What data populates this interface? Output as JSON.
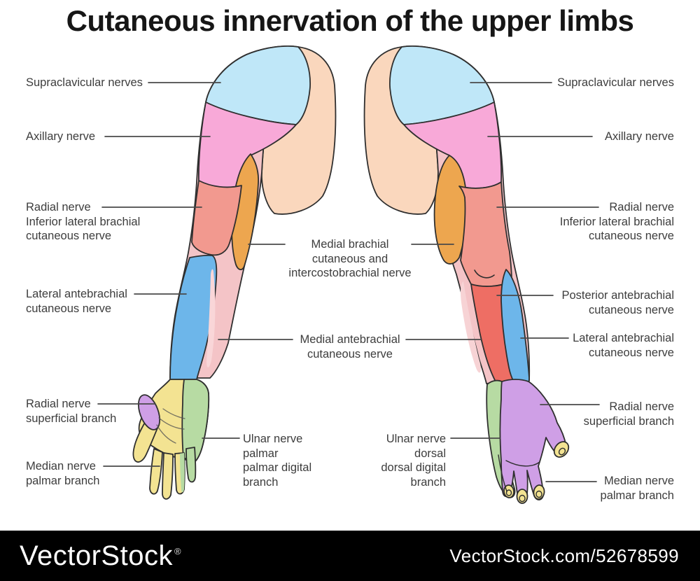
{
  "title": "Cutaneous innervation of the upper limbs",
  "labels": {
    "left": [
      {
        "lines": [
          "Supraclavicular nerves"
        ]
      },
      {
        "lines": [
          "Axillary nerve"
        ]
      },
      {
        "lines": [
          "Radial nerve",
          "Inferior lateral brachial",
          "cutaneous nerve"
        ]
      },
      {
        "lines": [
          "Lateral antebrachial",
          "cutaneous nerve"
        ]
      },
      {
        "lines": [
          "Radial nerve",
          "superficial branch"
        ]
      },
      {
        "lines": [
          "Median nerve",
          "palmar branch"
        ]
      }
    ],
    "center": [
      {
        "lines": [
          "Medial brachial",
          "cutaneous and",
          "intercostobrachial nerve"
        ]
      },
      {
        "lines": [
          "Medial antebrachial",
          "cutaneous nerve"
        ]
      },
      {
        "lines": [
          "Ulnar nerve",
          "palmar",
          "palmar digital",
          "branch"
        ]
      },
      {
        "lines": [
          "Ulnar nerve",
          "dorsal",
          "dorsal digital",
          "branch"
        ]
      }
    ],
    "right": [
      {
        "lines": [
          "Supraclavicular nerves"
        ]
      },
      {
        "lines": [
          "Axillary nerve"
        ]
      },
      {
        "lines": [
          "Radial nerve",
          "Inferior lateral brachial",
          "cutaneous nerve"
        ]
      },
      {
        "lines": [
          "Posterior antebrachial",
          "cutaneous nerve"
        ]
      },
      {
        "lines": [
          "Lateral antebrachial",
          "cutaneous nerve"
        ]
      },
      {
        "lines": [
          "Radial nerve",
          "superficial branch"
        ]
      },
      {
        "lines": [
          "Median nerve",
          "palmar branch"
        ]
      }
    ]
  },
  "watermark": {
    "brand": "VectorStock",
    "registered_mark": "®",
    "code": "VectorStock.com/52678599"
  },
  "colors": {
    "skin": "#fad7bd",
    "supraclavicular": "#bfe7f8",
    "axillary": "#f8a9d8",
    "radial_inferior_lateral": "#f2998f",
    "medial_brachial": "#eda64f",
    "medial_antebrachial": "#f4c4c7",
    "lateral_antebrachial": "#6db6ea",
    "posterior_antebrachial": "#ee6e64",
    "median": "#f3e392",
    "ulnar": "#b7dba3",
    "radial_superficial": "#cf9fe6",
    "outline": "#2f2f2f",
    "label_text": "#3d3d3d",
    "leader_line": "#4a4a4a",
    "watermark_bg": "#000000",
    "watermark_text": "#ffffff"
  }
}
